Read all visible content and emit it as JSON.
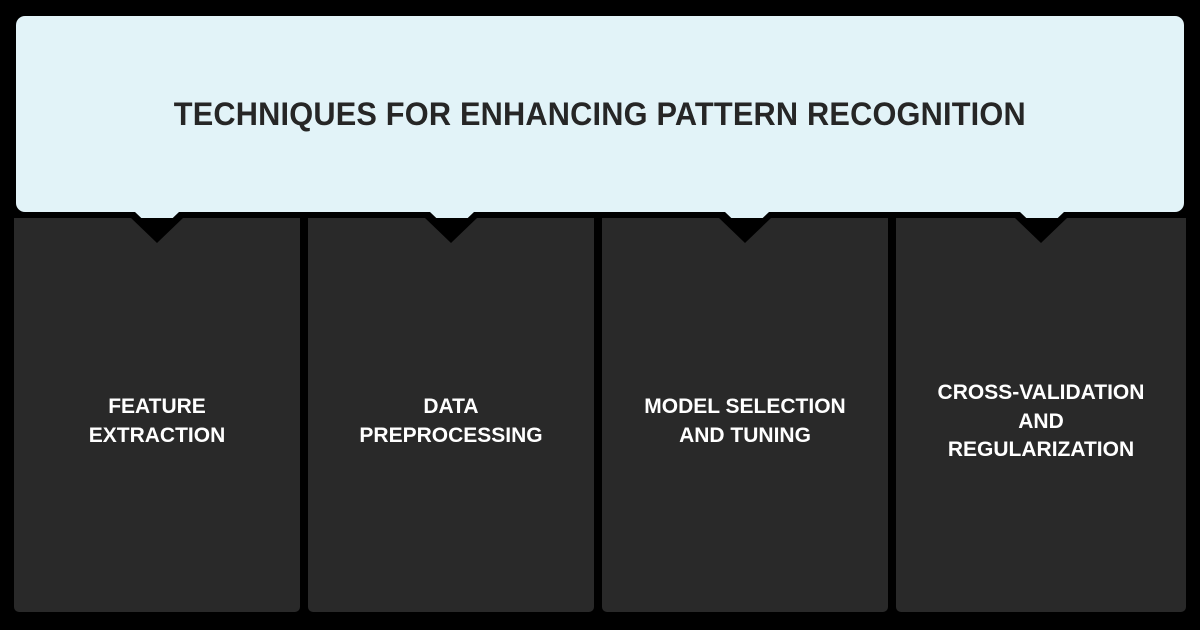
{
  "theme": {
    "background_color": "#000000",
    "header_color": "#E2F3F8",
    "header_text_color": "#262626",
    "card_color": "#292929",
    "card_text_color": "#FFFFFF"
  },
  "header": {
    "title": "TECHNIQUES FOR ENHANCING PATTERN RECOGNITION"
  },
  "cards": [
    {
      "label": "FEATURE\nEXTRACTION"
    },
    {
      "label": "DATA\nPREPROCESSING"
    },
    {
      "label": "MODEL SELECTION\nAND TUNING"
    },
    {
      "label": "CROSS-VALIDATION\nAND\nREGULARIZATION"
    }
  ]
}
